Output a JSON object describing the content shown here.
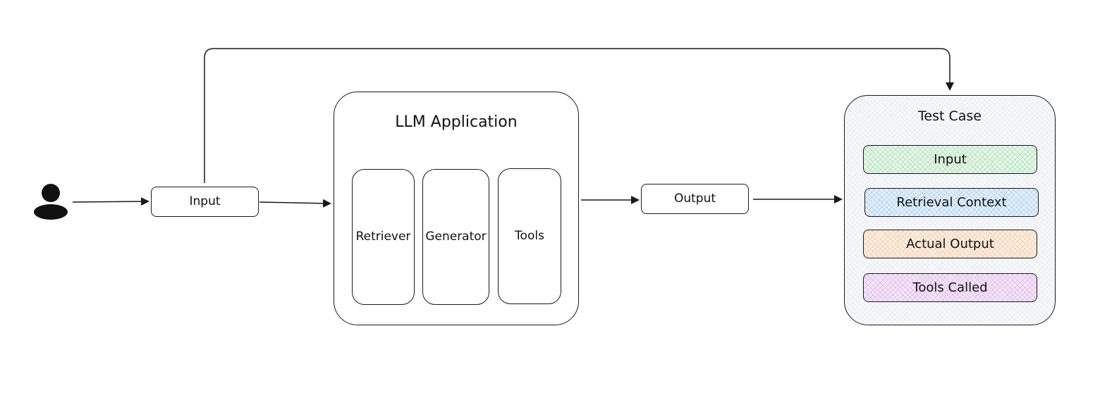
{
  "user": {
    "icon": "user-icon"
  },
  "input_node": {
    "label": "Input"
  },
  "llm_application": {
    "title": "LLM Application",
    "components": [
      {
        "label": "Retriever"
      },
      {
        "label": "Generator"
      },
      {
        "label": "Tools"
      }
    ]
  },
  "output_node": {
    "label": "Output"
  },
  "test_case": {
    "title": "Test Case",
    "fields": [
      {
        "label": "Input",
        "color": "#e6f6e9"
      },
      {
        "label": "Retrieval Context",
        "color": "#e4f0fb"
      },
      {
        "label": "Actual Output",
        "color": "#fbeee2"
      },
      {
        "label": "Tools Called",
        "color": "#f4e6f8"
      }
    ]
  },
  "colors": {
    "stroke": "#1a1a1a",
    "background": "#ffffff"
  }
}
